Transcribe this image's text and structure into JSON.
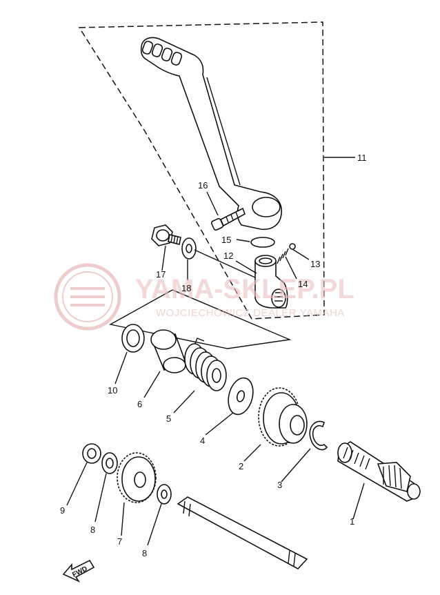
{
  "watermark": {
    "brand": "YAMA-SKLEP.PL",
    "subtitle": "WOJCIECHOWICZ DEALER YAMAHA"
  },
  "fwd_label": "FWD",
  "callouts": [
    {
      "id": "1",
      "label": "1"
    },
    {
      "id": "2",
      "label": "2"
    },
    {
      "id": "3",
      "label": "3"
    },
    {
      "id": "4",
      "label": "4"
    },
    {
      "id": "5",
      "label": "5"
    },
    {
      "id": "6",
      "label": "6"
    },
    {
      "id": "7",
      "label": "7"
    },
    {
      "id": "8a",
      "label": "8"
    },
    {
      "id": "8b",
      "label": "8"
    },
    {
      "id": "9",
      "label": "9"
    },
    {
      "id": "10",
      "label": "10"
    },
    {
      "id": "11",
      "label": "11"
    },
    {
      "id": "12",
      "label": "12"
    },
    {
      "id": "13",
      "label": "13"
    },
    {
      "id": "14",
      "label": "14"
    },
    {
      "id": "15",
      "label": "15"
    },
    {
      "id": "16",
      "label": "16"
    },
    {
      "id": "17",
      "label": "17"
    },
    {
      "id": "18",
      "label": "18"
    }
  ],
  "colors": {
    "line": "#111111",
    "watermark": "#e9c0c0",
    "background": "#ffffff"
  },
  "icons": [
    "yamaha-tuning-fork-logo-icon",
    "fwd-arrow-icon"
  ]
}
